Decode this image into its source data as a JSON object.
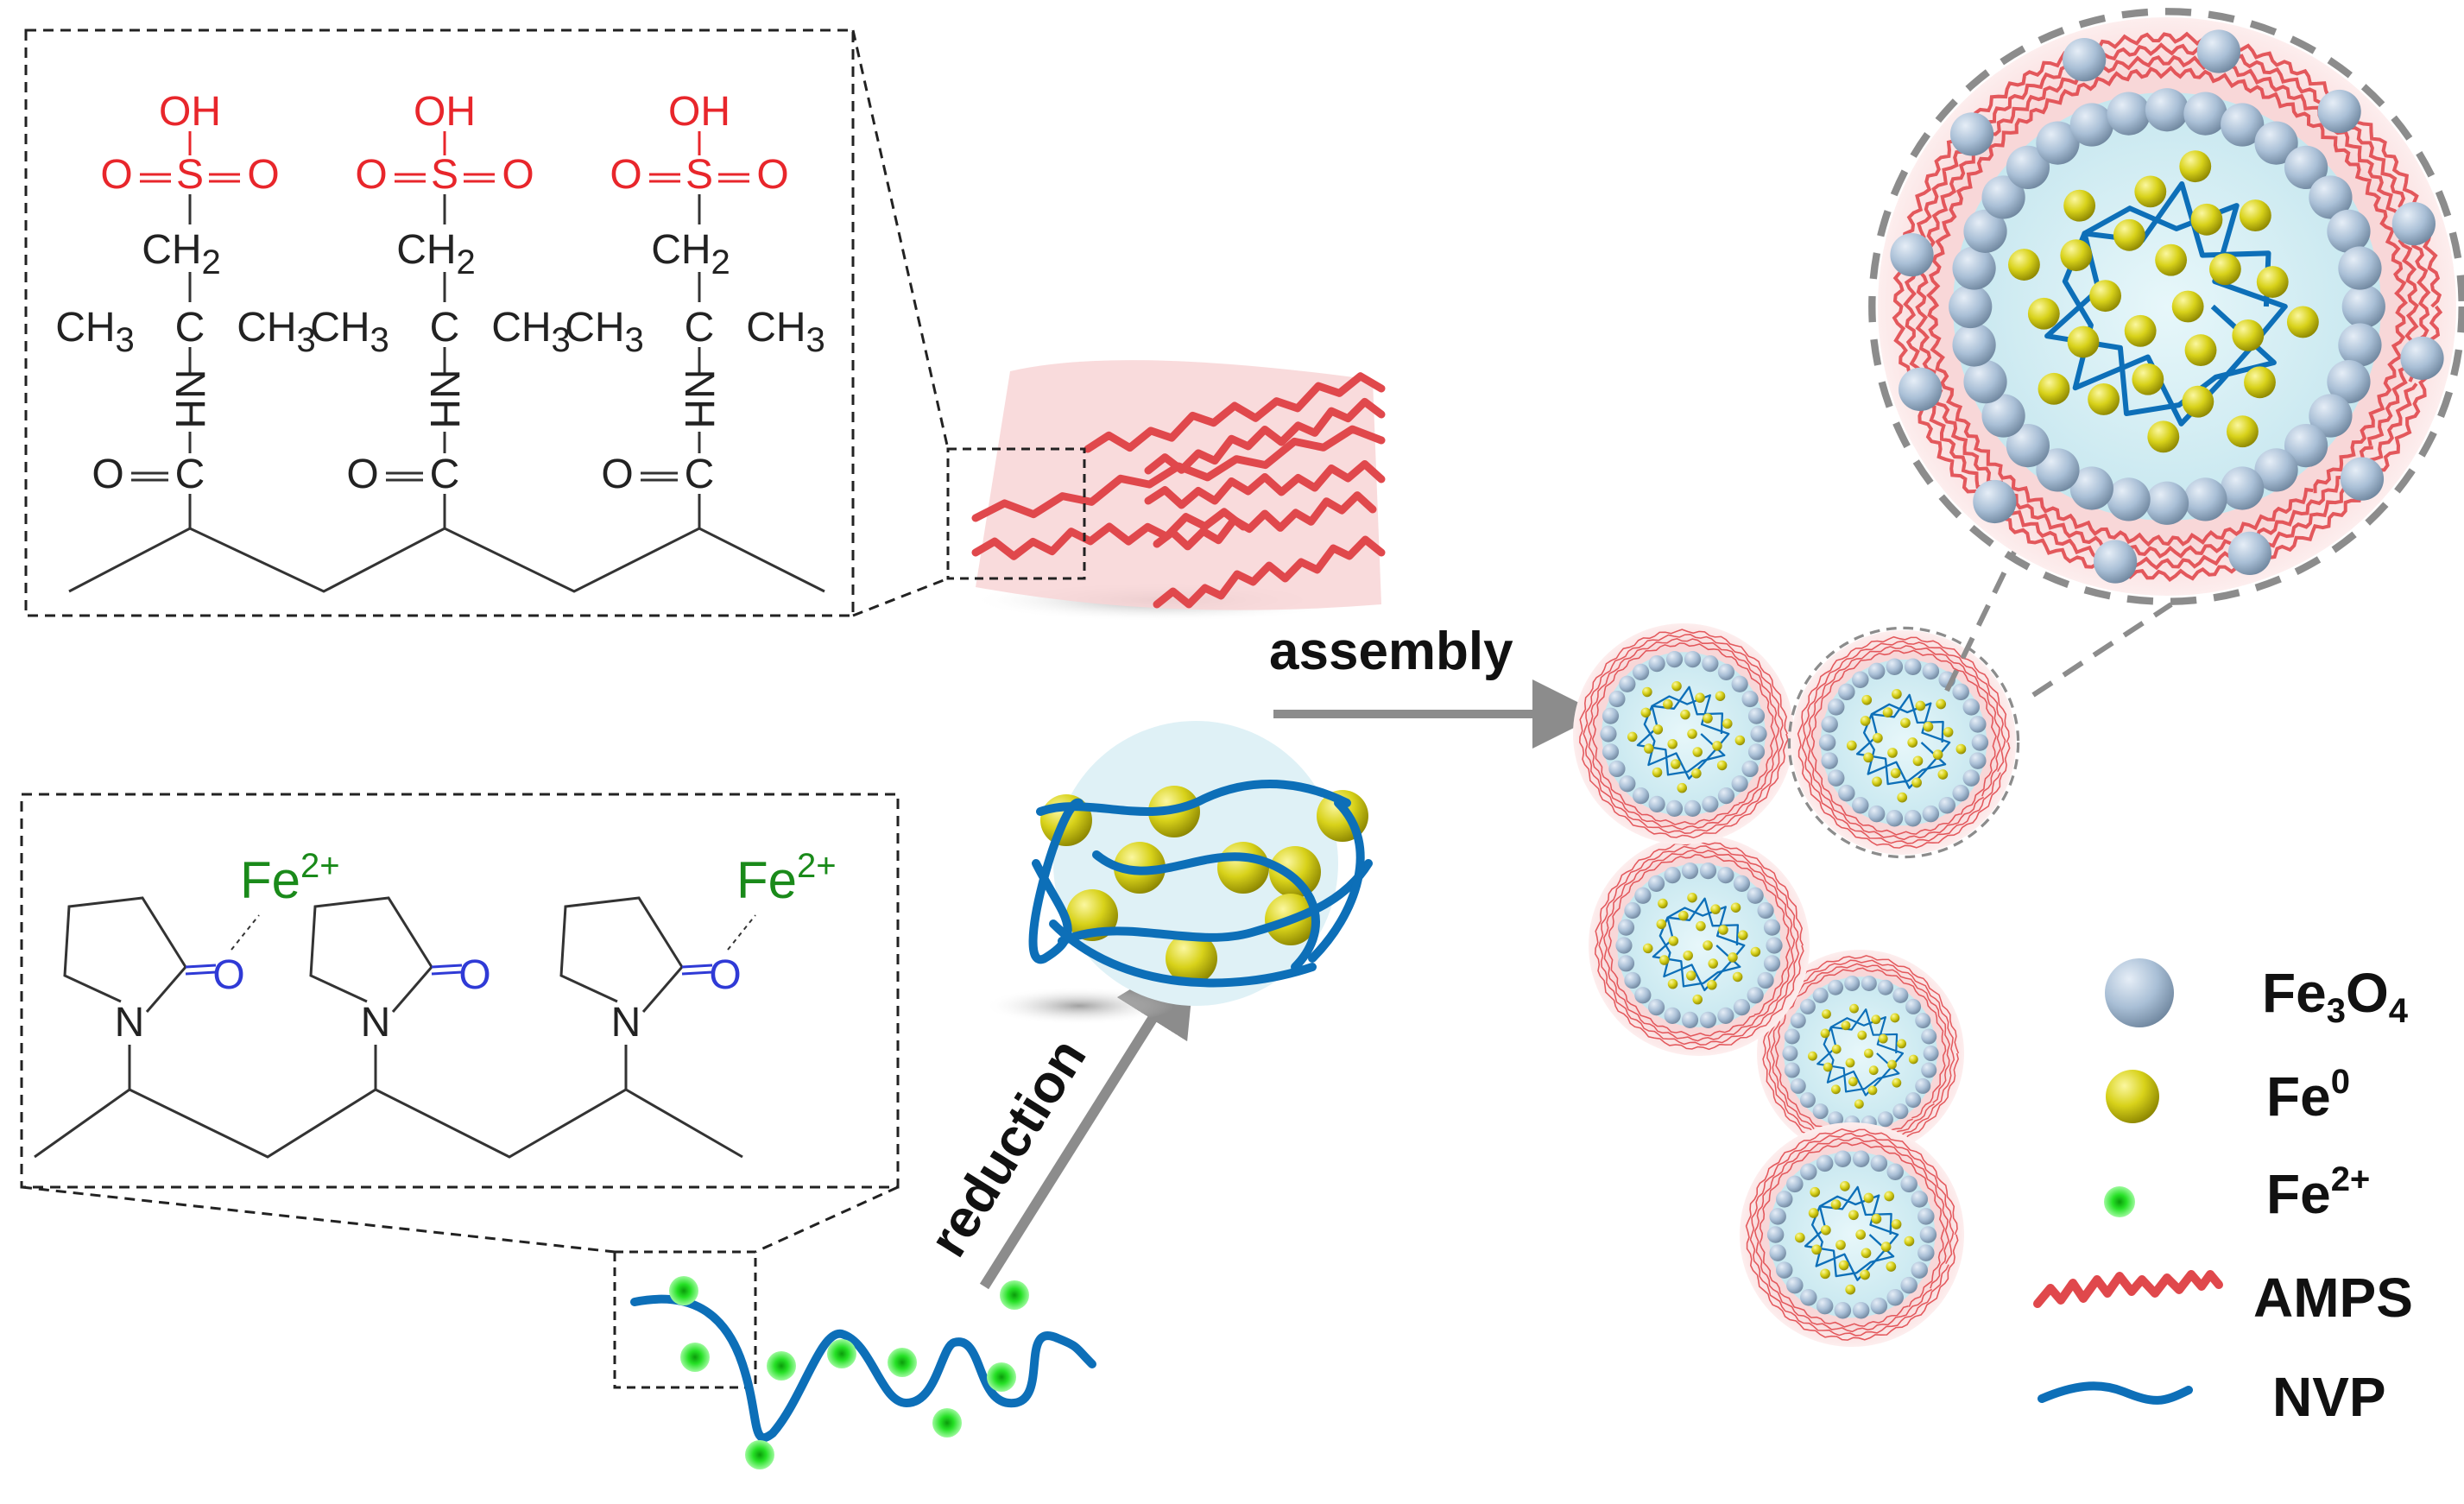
{
  "amps_structure": {
    "oh": "OH",
    "sulfonyl_o": "O",
    "sulfur": "S",
    "ch2": "CH",
    "ch2_sub": "2",
    "ch3": "CH",
    "ch3_sub": "3",
    "carbon": "C",
    "amide_n": "N",
    "amide_h": "H",
    "carbonyl_o": "O"
  },
  "nvp_structure": {
    "fe_ion": "Fe",
    "fe_charge": "2+",
    "nitrogen": "N",
    "oxygen": "O"
  },
  "arrows": {
    "assembly": "assembly",
    "reduction": "reduction"
  },
  "legend": {
    "items": [
      {
        "label": "Fe",
        "sub": "3",
        "mid": "O",
        "sub2": "4",
        "sup": "",
        "marker": "grey-sphere"
      },
      {
        "label": "Fe",
        "sub": "",
        "mid": "",
        "sub2": "",
        "sup": "0",
        "marker": "yellow-sphere"
      },
      {
        "label": "Fe",
        "sub": "",
        "mid": "",
        "sub2": "",
        "sup": "2+",
        "marker": "green-dot"
      },
      {
        "label": "AMPS",
        "sub": "",
        "mid": "",
        "sub2": "",
        "sup": "",
        "marker": "red-chain"
      },
      {
        "label": "NVP",
        "sub": "",
        "mid": "",
        "sub2": "",
        "sup": "",
        "marker": "blue-chain"
      }
    ]
  },
  "colors": {
    "amps_red": "#e0484c",
    "amps_glow": "#f6c9ca",
    "nvp_blue": "#0d6fb8",
    "fe3o4_grey": "#a9bfd6",
    "fe0_yellow": "#d8d21a",
    "fe2_green": "#25e025",
    "core_cyan": "#d4eef4",
    "dashed_box": "#222222",
    "arrow_grey": "#8c8c8c"
  }
}
